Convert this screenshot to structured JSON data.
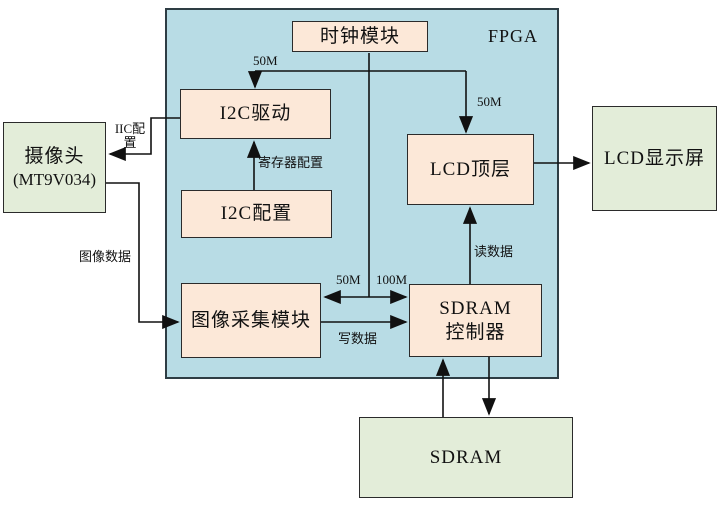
{
  "diagram": {
    "fpga_label": "FPGA",
    "blocks": {
      "camera": {
        "line1": "摄像头",
        "line2": "(MT9V034)"
      },
      "clock": {
        "label": "时钟模块"
      },
      "i2c_driver": {
        "label": "I2C驱动"
      },
      "i2c_config": {
        "label": "I2C配置"
      },
      "lcd_top": {
        "label": "LCD顶层"
      },
      "image_capture": {
        "label": "图像采集模块"
      },
      "sdram_controller": {
        "line1": "SDRAM",
        "line2": "控制器"
      },
      "lcd_display": {
        "label": "LCD显示屏"
      },
      "sdram": {
        "label": "SDRAM"
      }
    },
    "edge_labels": {
      "clk_i2c_driver": "50M",
      "clk_lcd_top": "50M",
      "clk_image_capture": "50M",
      "clk_sdram_controller": "100M",
      "iic_config_line1": "IIC配",
      "iic_config_line2": "置",
      "register_config": "寄存器配置",
      "image_data": "图像数据",
      "write_data": "写数据",
      "read_data": "读数据"
    },
    "colors": {
      "fpga_bg": "#b8dce5",
      "module_bg": "#fce8d8",
      "external_bg": "#e3edd9",
      "line": "#111111"
    }
  }
}
